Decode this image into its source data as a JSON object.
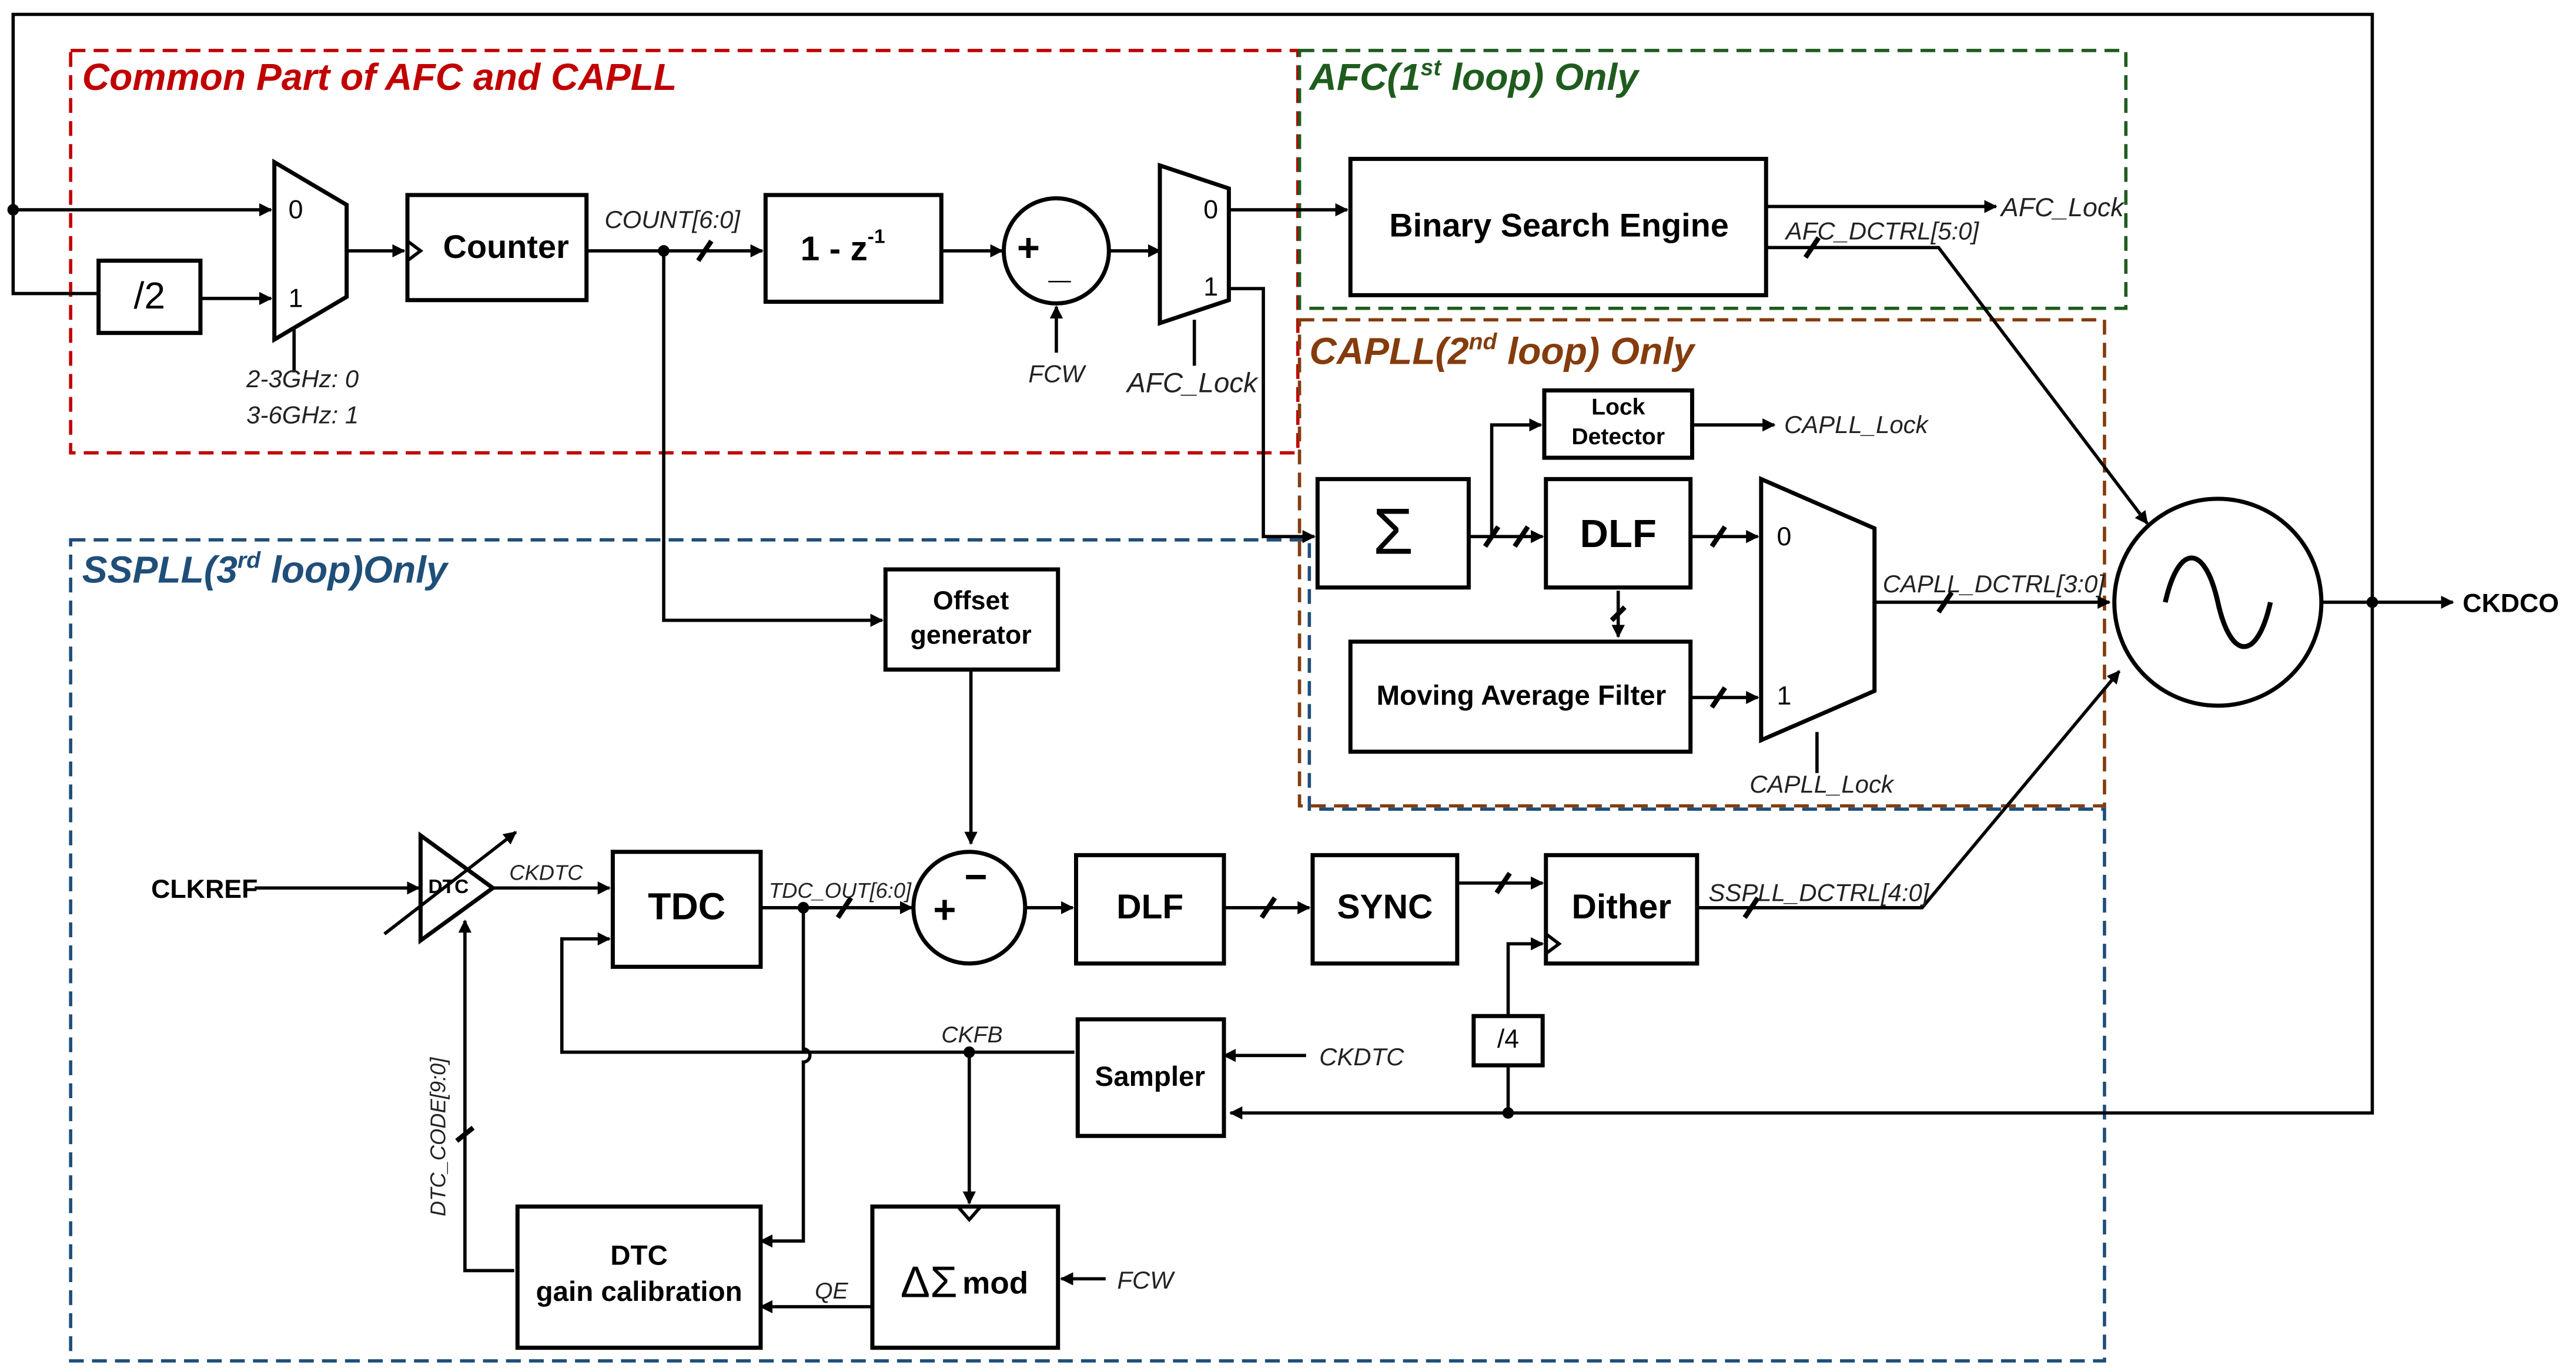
{
  "regions": {
    "common": {
      "pre": "Common Part of AFC and CAPLL",
      "color": "#c00000"
    },
    "afc": {
      "pre": "AFC(1",
      "sup": "st",
      "post": " loop) Only",
      "color": "#1e5c1e"
    },
    "capll": {
      "pre": "CAPLL(2",
      "sup": "nd",
      "post": " loop) Only",
      "color": "#843c0c"
    },
    "sspll": {
      "pre": "SSPLL(3",
      "sup": "rd",
      "post": " loop)Only",
      "color": "#1f4e79"
    }
  },
  "blocks": {
    "div2": "/2",
    "counter": "Counter",
    "diff_main": "1 - z",
    "diff_sup": "-1",
    "adder_plus": "+",
    "adder_minus": "_",
    "bse": "Binary Search Engine",
    "lock_detector_1": "Lock",
    "lock_detector_2": "Detector",
    "sigma": "Σ",
    "dlf_capll": "DLF",
    "maf": "Moving Average Filter",
    "offset_1": "Offset",
    "offset_2": "generator",
    "dtc": "DTC",
    "tdc": "TDC",
    "sub_plus": "+",
    "sub_minus": "−",
    "dlf_sspll": "DLF",
    "sync": "SYNC",
    "dither": "Dither",
    "div4": "/4",
    "sampler": "Sampler",
    "dtc_cal_1": "DTC",
    "dtc_cal_2": "gain calibration",
    "dsm": "ΔΣ",
    "dsm_mod": "mod"
  },
  "mux": {
    "in0": "0",
    "in1": "1"
  },
  "labels": {
    "band1": "2-3GHz: 0",
    "band2": "3-6GHz: 1",
    "count": "COUNT[6:0]",
    "fcw": "FCW",
    "afc_lock_sel": "AFC_Lock",
    "afc_lock_out": "AFC_Lock",
    "afc_dctrl": "AFC_DCTRL[5:0]",
    "capll_lock_out": "CAPLL_Lock",
    "capll_dctrl": "CAPLL_DCTRL[3:0]",
    "capll_lock_sel": "CAPLL_Lock",
    "clkref": "CLKREF",
    "ckdtc": "CKDTC",
    "tdc_out": "TDC_OUT[6:0]",
    "sspll_dctrl": "SSPLL_DCTRL[4:0]",
    "ckfb": "CKFB",
    "ckdtc_in": "CKDTC",
    "dtc_code": "DTC_CODE[9:0]",
    "qe": "QE",
    "fcw_dsm": "FCW",
    "ckdco": "CKDCO"
  }
}
